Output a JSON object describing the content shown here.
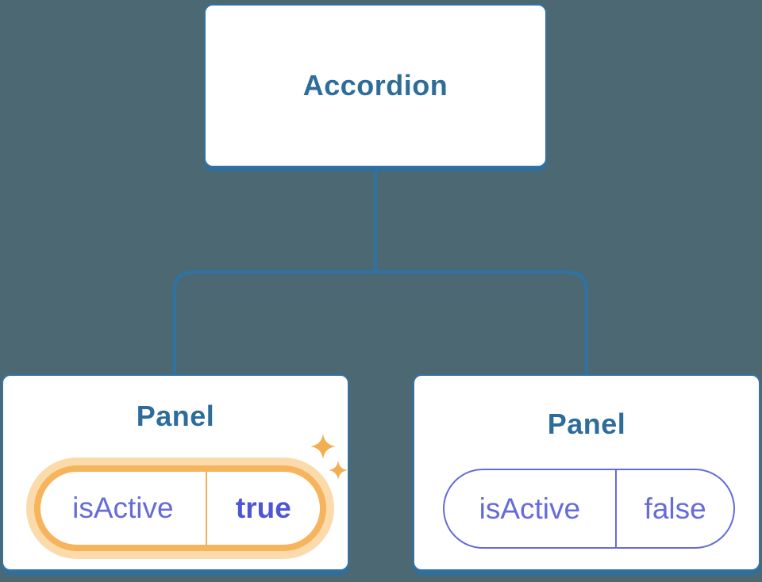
{
  "diagram": {
    "description": "React component tree diagram: Accordion parent with two Panel children holding isActive state",
    "tree": {
      "root": {
        "label": "Accordion"
      },
      "children": [
        {
          "title": "Panel",
          "state": {
            "key": "isActive",
            "value": "true",
            "highlighted": true
          }
        },
        {
          "title": "Panel",
          "state": {
            "key": "isActive",
            "value": "false",
            "highlighted": false
          }
        }
      ]
    },
    "icons": {
      "highlight": "sparkles-icon"
    },
    "colors": {
      "background": "#4C6873",
      "node_fill": "#FFFFFF",
      "node_border": "#3474A5",
      "node_shadow": "#2E6F9E",
      "node_text": "#2E6D9A",
      "connector": "#2E73A5",
      "state_text": "#666BDA",
      "state_value_true": "#5056D3",
      "state_border_inactive": "#666BDA",
      "highlight_border": "#F6B45C",
      "highlight_glow": "#FBDBAB",
      "sparkle": "#F3AE51"
    }
  }
}
